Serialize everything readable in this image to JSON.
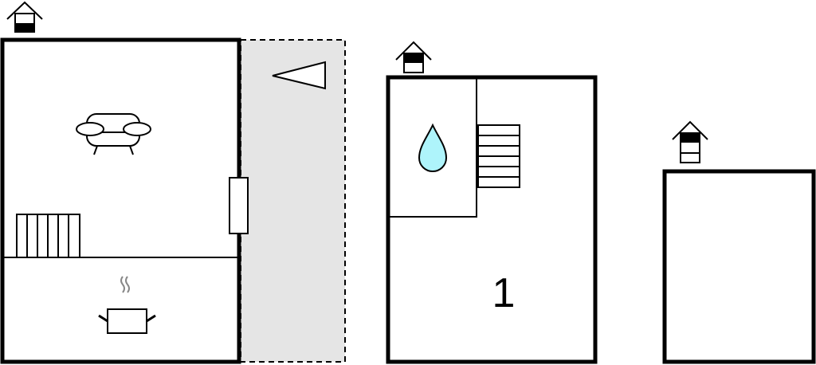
{
  "floor_plans": [
    {
      "name": "ground-floor",
      "level_indicator": "ground"
    },
    {
      "name": "first-floor",
      "room_label": "1",
      "level_indicator": "first"
    },
    {
      "name": "second-floor",
      "level_indicator": "second"
    }
  ],
  "colors": {
    "wall": "#000000",
    "terrace": "#e5e5e5",
    "water": "#aef4fb"
  }
}
